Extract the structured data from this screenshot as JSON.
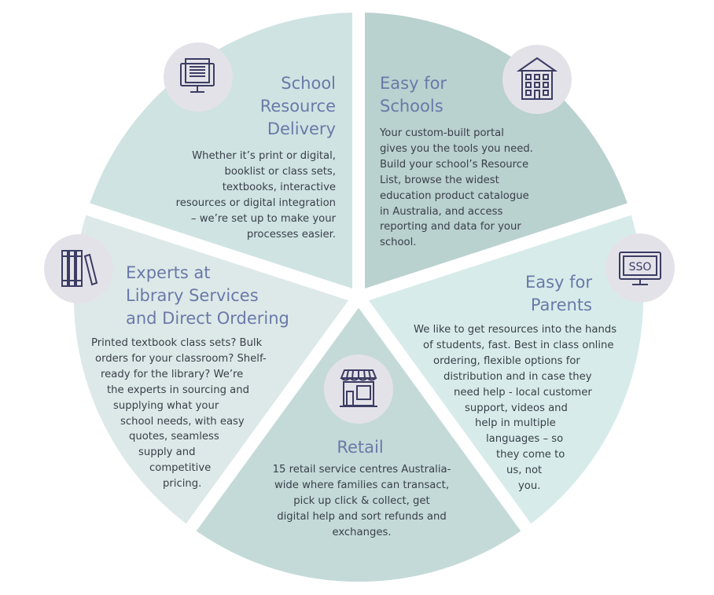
{
  "colors": {
    "school_resource_delivery": "#cfe3e2",
    "easy_for_schools": "#b9d1cf",
    "easy_for_parents": "#d7ecea",
    "retail": "#c4dad8",
    "experts": "#dde9e8",
    "title": "#6a79a8",
    "body_text": "#3a3f4a",
    "icon_circle": "#e4e2e9",
    "icon_stroke": "#3b3d63"
  },
  "segments": {
    "school_resource_delivery": {
      "icon": "computer-document-icon",
      "title_lines": [
        "School",
        "Resource",
        "Delivery"
      ],
      "body_lines": [
        "Whether it’s print or digital,",
        "booklist or class sets,",
        "textbooks, interactive",
        "resources or digital integration",
        "– we’re set up to make your",
        "processes easier."
      ]
    },
    "easy_for_schools": {
      "icon": "school-building-icon",
      "title_lines": [
        "Easy for",
        "Schools"
      ],
      "body_lines": [
        "Your custom-built portal",
        "gives you the tools you need.",
        "Build your school’s Resource",
        "List, browse the widest",
        "education product catalogue",
        "in Australia, and access",
        "reporting and data for your",
        "school."
      ]
    },
    "easy_for_parents": {
      "icon": "sso-monitor-icon",
      "icon_label": "SSO",
      "title_lines": [
        "Easy for",
        "Parents"
      ],
      "body_lines": [
        "We like to get resources into the hands",
        "of students, fast. Best in class online",
        "ordering, flexible options for",
        "distribution and in case they",
        "need help - local customer",
        "support, videos and",
        "help in multiple",
        "languages – so",
        "they come to",
        "us, not",
        "you."
      ]
    },
    "retail": {
      "icon": "storefront-icon",
      "title_lines": [
        "Retail"
      ],
      "body_lines": [
        "15 retail service centres Australia-",
        "wide where families can transact,",
        "pick up click & collect, get",
        "digital help and sort refunds and",
        "exchanges."
      ]
    },
    "experts": {
      "icon": "books-icon",
      "title_lines": [
        "Experts at",
        "Library Services",
        "and Direct Ordering"
      ],
      "body_lines": [
        "Printed textbook class sets? Bulk",
        "orders for your classroom? Shelf-",
        "ready for the library? We’re",
        "the experts in sourcing and",
        "supplying what your",
        "school needs, with easy",
        "quotes, seamless",
        "supply and",
        "competitive",
        "pricing."
      ]
    }
  }
}
